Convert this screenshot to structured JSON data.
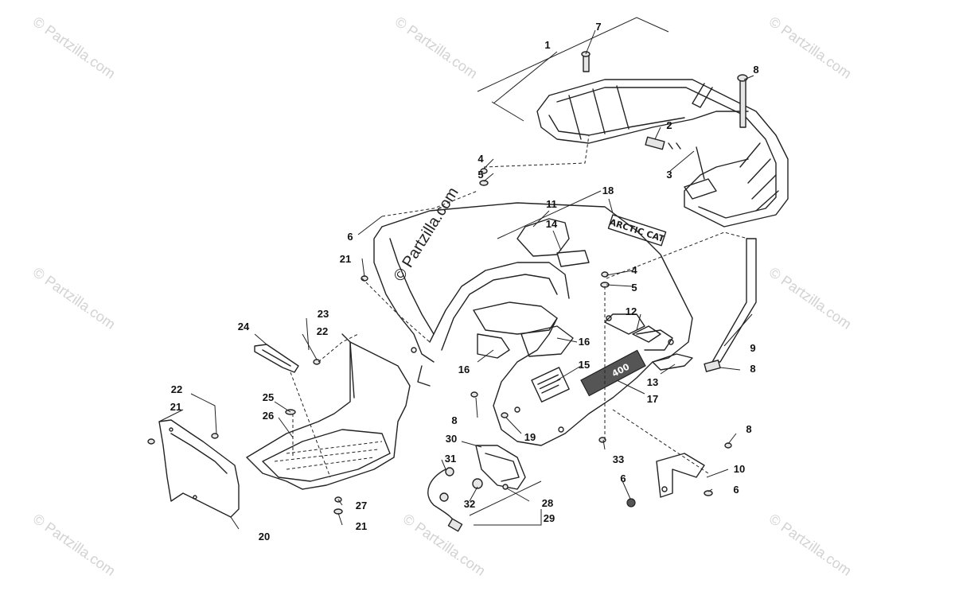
{
  "watermark": {
    "text": "© Partzilla.com",
    "center_text": "© Partzilla.com"
  },
  "decals": {
    "brand": "ARCTIC CAT",
    "model": "400"
  },
  "callouts": [
    {
      "id": "c1",
      "label": "1"
    },
    {
      "id": "c2",
      "label": "2"
    },
    {
      "id": "c3",
      "label": "3"
    },
    {
      "id": "c4a",
      "label": "4"
    },
    {
      "id": "c4b",
      "label": "4"
    },
    {
      "id": "c5a",
      "label": "5"
    },
    {
      "id": "c5b",
      "label": "5"
    },
    {
      "id": "c6a",
      "label": "6"
    },
    {
      "id": "c6b",
      "label": "6"
    },
    {
      "id": "c6c",
      "label": "6"
    },
    {
      "id": "c7",
      "label": "7"
    },
    {
      "id": "c8a",
      "label": "8"
    },
    {
      "id": "c8b",
      "label": "8"
    },
    {
      "id": "c8c",
      "label": "8"
    },
    {
      "id": "c8d",
      "label": "8"
    },
    {
      "id": "c9",
      "label": "9"
    },
    {
      "id": "c10",
      "label": "10"
    },
    {
      "id": "c11",
      "label": "11"
    },
    {
      "id": "c12",
      "label": "12"
    },
    {
      "id": "c13",
      "label": "13"
    },
    {
      "id": "c14",
      "label": "14"
    },
    {
      "id": "c15",
      "label": "15"
    },
    {
      "id": "c16a",
      "label": "16"
    },
    {
      "id": "c16b",
      "label": "16"
    },
    {
      "id": "c17",
      "label": "17"
    },
    {
      "id": "c18",
      "label": "18"
    },
    {
      "id": "c19",
      "label": "19"
    },
    {
      "id": "c20",
      "label": "20"
    },
    {
      "id": "c21a",
      "label": "21"
    },
    {
      "id": "c21b",
      "label": "21"
    },
    {
      "id": "c21c",
      "label": "21"
    },
    {
      "id": "c22a",
      "label": "22"
    },
    {
      "id": "c22b",
      "label": "22"
    },
    {
      "id": "c23",
      "label": "23"
    },
    {
      "id": "c24",
      "label": "24"
    },
    {
      "id": "c25",
      "label": "25"
    },
    {
      "id": "c26",
      "label": "26"
    },
    {
      "id": "c27",
      "label": "27"
    },
    {
      "id": "c28",
      "label": "28"
    },
    {
      "id": "c29",
      "label": "29"
    },
    {
      "id": "c30",
      "label": "30"
    },
    {
      "id": "c31",
      "label": "31"
    },
    {
      "id": "c32",
      "label": "32"
    },
    {
      "id": "c33",
      "label": "33"
    }
  ]
}
